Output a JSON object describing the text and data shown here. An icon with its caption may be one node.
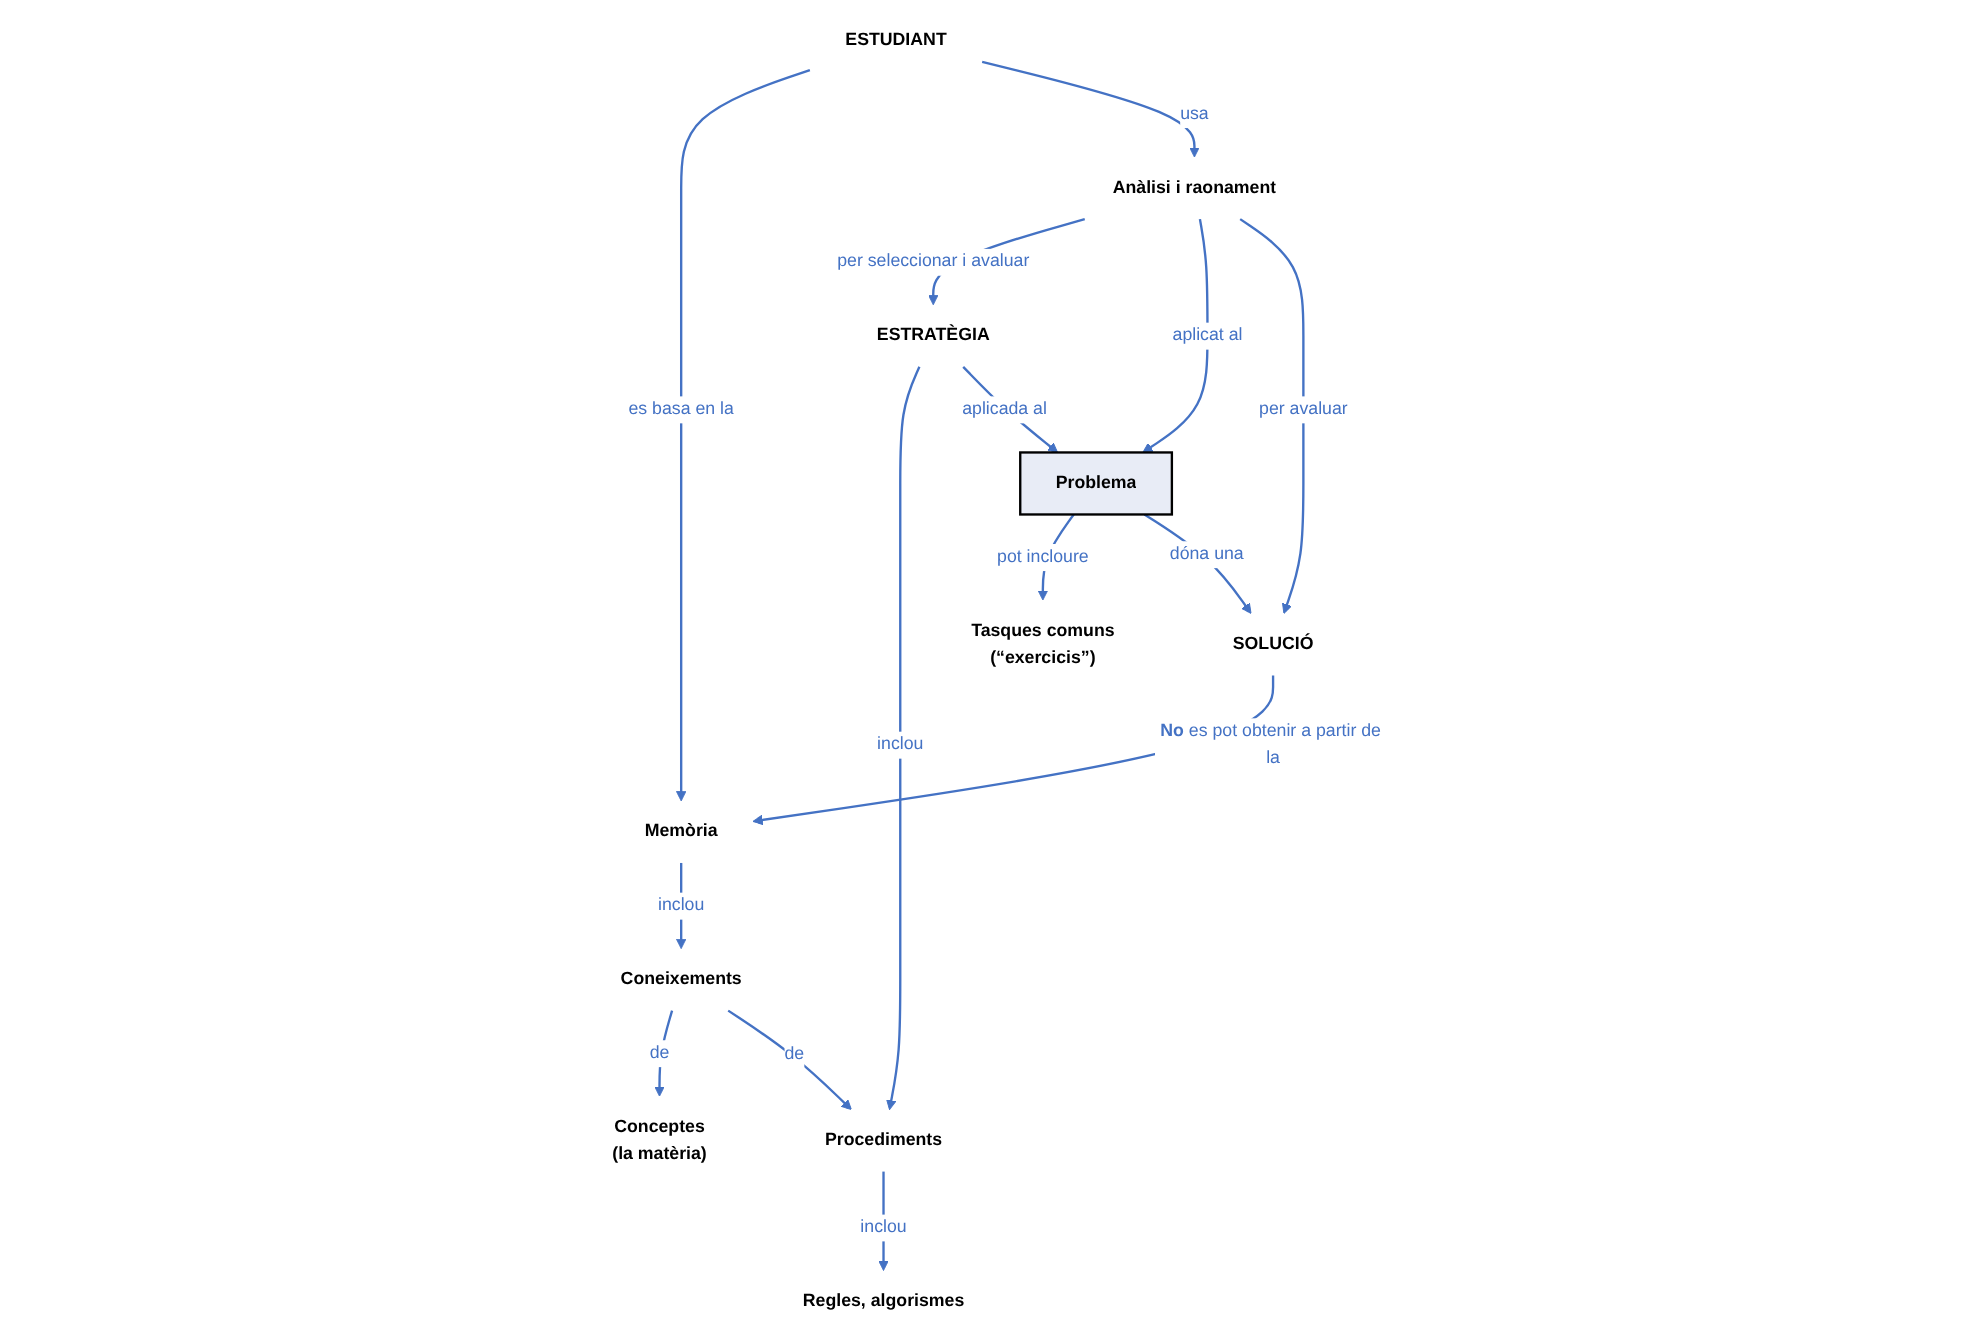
{
  "diagram": {
    "nodes": [
      {
        "text": [
          "ESTUDIANT"
        ]
      },
      {
        "text": [
          "Memòria"
        ]
      },
      {
        "text": [
          "Coneixements"
        ]
      },
      {
        "text": [
          "Conceptes",
          "(la matèria)"
        ]
      },
      {
        "text": [
          "ESTRATÈGIA"
        ]
      },
      {
        "text": [
          "Procediments"
        ]
      },
      {
        "text": [
          "Regles, algorismes"
        ]
      },
      {
        "text": [
          "Anàlisi i raonament"
        ]
      },
      {
        "text": [
          "Problema"
        ]
      },
      {
        "text": [
          "Tasques comuns",
          "(“exercicis”)"
        ]
      },
      {
        "text": [
          "SOLUCIÓ"
        ]
      }
    ],
    "edges": [
      {
        "from": 0,
        "to": 1,
        "arrow": "to",
        "label": "es basa en la"
      },
      {
        "from": 1,
        "to": 2,
        "arrow": "to",
        "label": "inclou"
      },
      {
        "from": 2,
        "to": 3,
        "arrow": "to",
        "label": "de"
      },
      {
        "from": 2,
        "to": 5,
        "arrow": "to",
        "label": "de"
      },
      {
        "from": 4,
        "to": 5,
        "arrow": "to",
        "label": "inclou"
      },
      {
        "from": 5,
        "to": 6,
        "arrow": "to",
        "label": "inclou"
      },
      {
        "from": 0,
        "to": 7,
        "arrow": "to",
        "label": "usa"
      },
      {
        "from": 7,
        "to": 4,
        "arrow": "to",
        "label": "per seleccionar i avaluar"
      },
      {
        "from": 4,
        "to": 8,
        "arrow": "to",
        "label": "aplicada al"
      },
      {
        "from": 7,
        "to": 8,
        "arrow": "to",
        "label": "aplicat al"
      },
      {
        "from": 8,
        "to": 9,
        "arrow": "to",
        "label": "pot incloure"
      },
      {
        "from": 8,
        "to": 10,
        "arrow": "to",
        "label": "dóna una"
      },
      {
        "from": 7,
        "to": 10,
        "arrow": "to",
        "label": "per avaluar"
      },
      {
        "from": 10,
        "to": 1,
        "arrow": "to",
        "label": "**No** es pot obtenir a partir de la"
      }
    ]
  }
}
